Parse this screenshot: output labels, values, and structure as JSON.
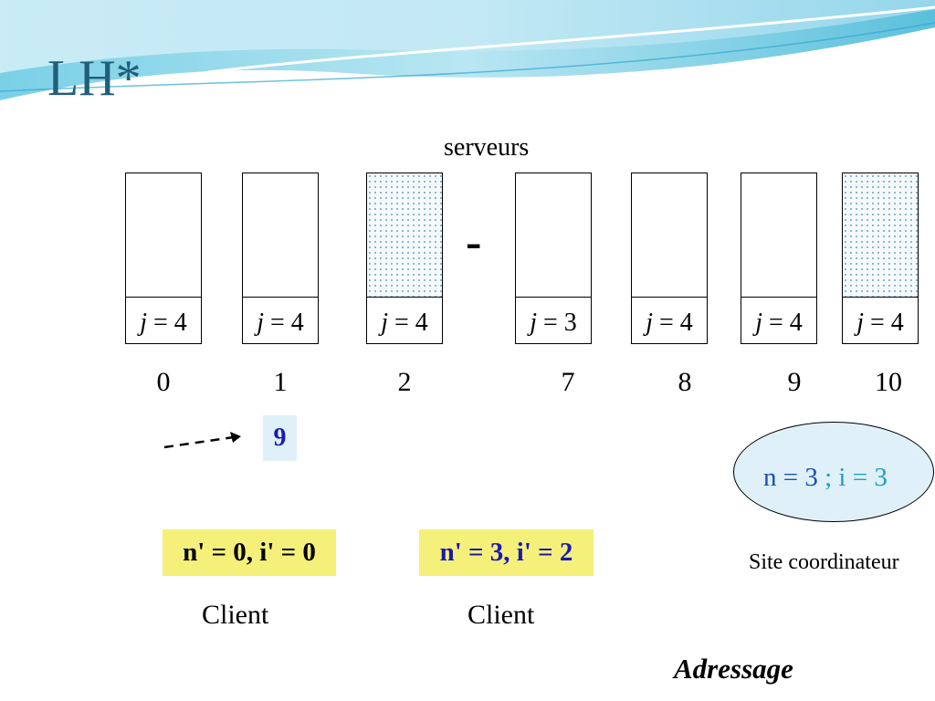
{
  "slide": {
    "title": "LH*",
    "servers_label": "serveurs",
    "dash": "-",
    "servers": [
      {
        "j_label": "j",
        "j_value": "= 4",
        "number": "0",
        "shaded": false
      },
      {
        "j_label": "j",
        "j_value": "= 4",
        "number": "1",
        "shaded": false
      },
      {
        "j_label": "j",
        "j_value": "= 4",
        "number": "2",
        "shaded": true
      },
      {
        "j_label": "j",
        "j_value": "= 3",
        "number": "7",
        "shaded": false
      },
      {
        "j_label": "j",
        "j_value": "= 4",
        "number": "8",
        "shaded": false
      },
      {
        "j_label": "j",
        "j_value": "= 4",
        "number": "9",
        "shaded": false
      },
      {
        "j_label": "j",
        "j_value": "= 4",
        "number": "10",
        "shaded": true
      }
    ],
    "message_key": "9",
    "coordinator": {
      "n_part": "n = 3",
      "sep_i_part": " ; i = 3",
      "label": "Site coordinateur"
    },
    "clients": [
      {
        "state": "n' = 0, i' = 0",
        "label": "Client"
      },
      {
        "state": "n' = 3, i' = 2",
        "label": "Client"
      }
    ],
    "section": "Adressage",
    "colors": {
      "title": "#1f5f7a",
      "key_text": "#1a1ab0",
      "client_box": "#f5f07a",
      "ellipse_fill": "#dff0f8",
      "dots": "#6fa6cf"
    }
  }
}
